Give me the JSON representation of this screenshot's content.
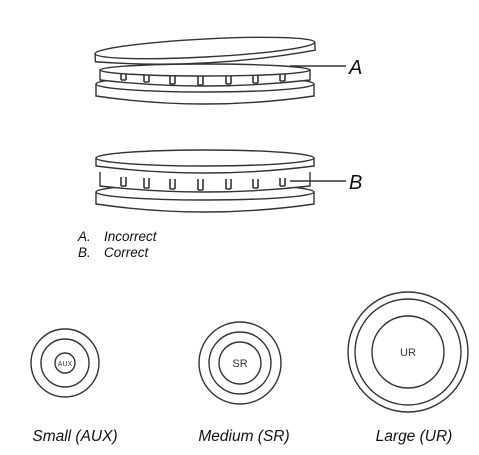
{
  "callouts": {
    "a": "A",
    "b": "B"
  },
  "legend": {
    "items": [
      {
        "letter": "A.",
        "text": "Incorrect"
      },
      {
        "letter": "B.",
        "text": "Correct"
      }
    ]
  },
  "burners": {
    "small": {
      "cap_text": "AUX",
      "caption": "Small (AUX)"
    },
    "medium": {
      "cap_text": "SR",
      "caption": "Medium (SR)"
    },
    "large": {
      "cap_text": "UR",
      "caption": "Large (UR)"
    }
  },
  "colors": {
    "stroke": "#333333",
    "text": "#111111",
    "background": "#ffffff"
  }
}
